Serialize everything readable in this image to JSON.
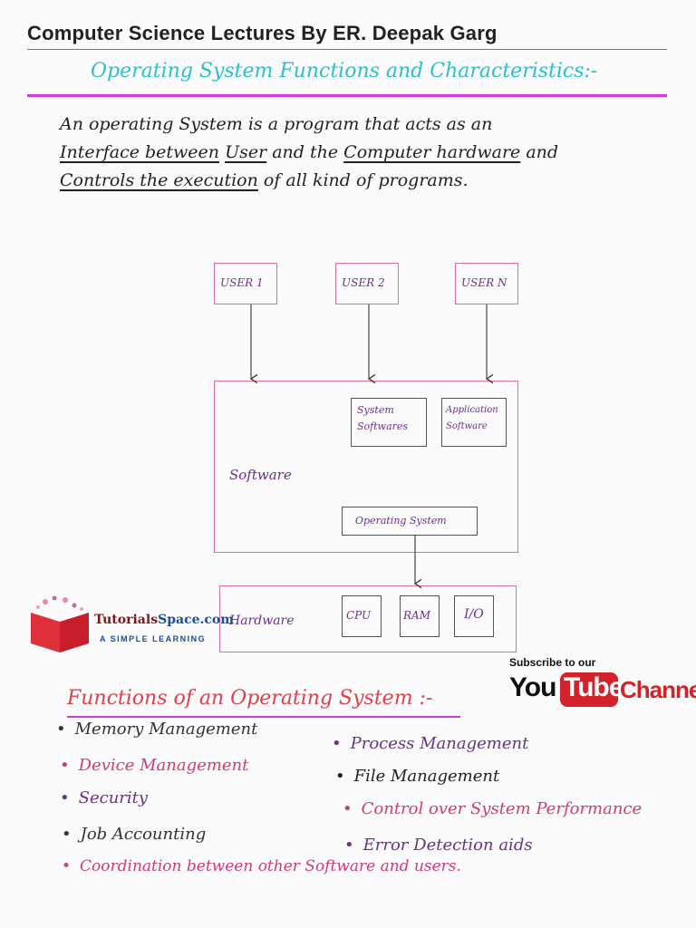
{
  "header": {
    "title": "Computer Science Lectures By ER. Deepak Garg"
  },
  "title": "Operating System Functions and Characteristics:-",
  "intro": {
    "line1": "An operating System is a program that acts as an",
    "line2_a": "Interface between",
    "line2_b": "User",
    "line2_c": "and the",
    "line2_d": "Computer hardware",
    "line2_e": "and",
    "line3_a": "Controls the execution",
    "line3_b": "of all kind of programs."
  },
  "diagram": {
    "users": [
      "USER 1",
      "USER 2",
      "USER N"
    ],
    "software_label": "Software",
    "system_software": [
      "System",
      "Softwares"
    ],
    "application_software": [
      "Application",
      "Software"
    ],
    "operating_system": "Operating System",
    "hardware_label": "Hardware",
    "hardware_parts": [
      "CPU",
      "RAM",
      "I/O"
    ]
  },
  "logos": {
    "tutorials_a": "Tutorials",
    "tutorials_b": "Space.com",
    "tutorials_tag": "A SIMPLE LEARNING",
    "yt_subscribe": "Subscribe to our",
    "yt_you": "You",
    "yt_tube": "Tube",
    "yt_channel": "Channel"
  },
  "functions": {
    "title": "Functions of an Operating System :-",
    "items": [
      {
        "text": "Memory Management",
        "color": "#333333"
      },
      {
        "text": "Process Management",
        "color": "#6b2f8f"
      },
      {
        "text": "Device Management",
        "color": "#d33a7a"
      },
      {
        "text": "File Management",
        "color": "#222222"
      },
      {
        "text": "Security",
        "color": "#6b2f8f"
      },
      {
        "text": "Control over System Performance",
        "color": "#d33a7a"
      },
      {
        "text": "Job Accounting",
        "color": "#333333"
      },
      {
        "text": "Error Detection aids",
        "color": "#6b2f8f"
      },
      {
        "text": "Coordination between other Software and users.",
        "color": "#d33a7a"
      }
    ]
  },
  "colors": {
    "accent_teal": "#2cc0cf",
    "accent_magenta": "#d33ad8",
    "box_pink": "#e06fa6",
    "text_purple": "#6b2f8f",
    "title_red": "#e0404c"
  }
}
